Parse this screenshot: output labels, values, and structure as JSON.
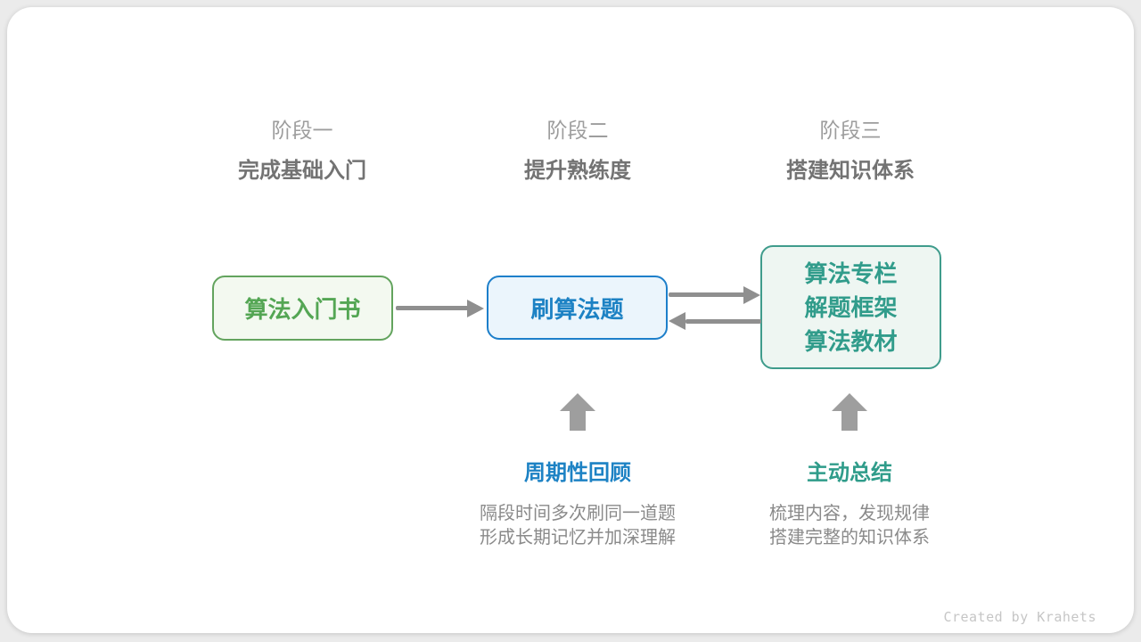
{
  "colors": {
    "page_background": "#ebebeb",
    "card_background": "#ffffff",
    "green_border": "#63a45e",
    "green_fill": "#f3f9f0",
    "green_text": "#54a654",
    "blue_border": "#1d7fca",
    "blue_fill": "#ebf5fc",
    "blue_text": "#1d82c4",
    "teal_border": "#3f9c8c",
    "teal_fill": "#eef6f2",
    "teal_text": "#319c8b",
    "connector_gray": "#8f8f8f",
    "block_arrow_gray": "#9e9e9e",
    "stage_label_gray": "#9d9d9d",
    "stage_title_gray": "#737373",
    "body_text_gray": "#8a8a8a",
    "credit_gray": "#c6c6c6"
  },
  "stages": [
    {
      "label": "阶段一",
      "title": "完成基础入门"
    },
    {
      "label": "阶段二",
      "title": "提升熟练度"
    },
    {
      "label": "阶段三",
      "title": "搭建知识体系"
    }
  ],
  "nodes": [
    {
      "theme": "green",
      "lines": [
        "算法入门书"
      ]
    },
    {
      "theme": "blue",
      "lines": [
        "刷算法题"
      ]
    },
    {
      "theme": "teal",
      "lines": [
        "算法专栏",
        "解题框架",
        "算法教材"
      ]
    }
  ],
  "connectors": [
    {
      "from": "算法入门书",
      "to": "刷算法题",
      "direction": "right"
    },
    {
      "from": "刷算法题",
      "to": "算法专栏/解题框架/算法教材",
      "direction": "right"
    },
    {
      "from": "算法专栏/解题框架/算法教材",
      "to": "刷算法题",
      "direction": "left"
    }
  ],
  "annotations": [
    {
      "title": "周期性回顾",
      "lines": [
        "隔段时间多次刷同一道题",
        "形成长期记忆并加深理解"
      ]
    },
    {
      "title": "主动总结",
      "lines": [
        "梳理内容，发现规律",
        "搭建完整的知识体系"
      ]
    }
  ],
  "footer": {
    "credit": "Created by Krahets"
  }
}
